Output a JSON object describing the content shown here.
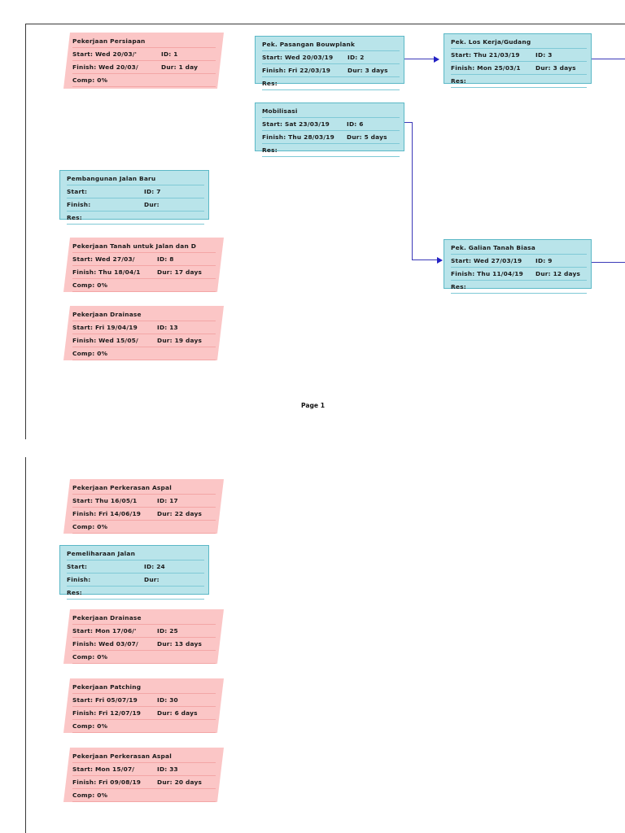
{
  "document": {
    "type": "network-diagram",
    "application": "project-schedule-network-diagram"
  },
  "pages": [
    {
      "label": "Page 1",
      "nodes": [
        {
          "id": "pekerjaan-persiapan",
          "style": "pink",
          "title": "Pekerjaan Persiapan",
          "r2c1": "Start:  Wed 20/03/'",
          "r2c2": "ID:   1",
          "r3c1": "Finish: Wed 20/03/",
          "r3c2": "Dur: 1 day",
          "r4c1": "Comp: 0%",
          "r4c2": ""
        },
        {
          "id": "pek-pasangan-bouwplank",
          "style": "blue",
          "title": "Pek. Pasangan Bouwplank",
          "r2c1": "Start: Wed 20/03/19",
          "r2c2": "ID:   2",
          "r3c1": "Finish: Fri 22/03/19",
          "r3c2": "Dur: 3 days",
          "r4c1": "Res:",
          "r4c2": ""
        },
        {
          "id": "pek-los-kerja-gudang",
          "style": "blue",
          "title": "Pek. Los Kerja/Gudang",
          "r2c1": "Start:  Thu 21/03/19",
          "r2c2": "ID:   3",
          "r3c1": "Finish: Mon 25/03/1",
          "r3c2": "Dur: 3 days",
          "r4c1": "Res:",
          "r4c2": ""
        },
        {
          "id": "mobilisasi",
          "style": "blue",
          "title": "Mobilisasi",
          "r2c1": "Start: Sat 23/03/19",
          "r2c2": "ID:   6",
          "r3c1": "Finish: Thu 28/03/19",
          "r3c2": "Dur: 5 days",
          "r4c1": "Res:",
          "r4c2": ""
        },
        {
          "id": "pembangunan-jalan-baru",
          "style": "blue",
          "title": "Pembangunan Jalan Baru",
          "r2c1": "Start:",
          "r2c2": "ID:   7",
          "r3c1": "Finish:",
          "r3c2": "Dur:",
          "r4c1": "Res:",
          "r4c2": ""
        },
        {
          "id": "pekerjaan-tanah-untuk-jalan-dan-d",
          "style": "pink",
          "title": "Pekerjaan Tanah untuk Jalan dan D",
          "r2c1": "Start:  Wed 27/03/",
          "r2c2": "ID:   8",
          "r3c1": "Finish: Thu 18/04/1",
          "r3c2": "Dur: 17 days",
          "r4c1": "Comp: 0%",
          "r4c2": ""
        },
        {
          "id": "pek-galian-tanah-biasa",
          "style": "blue",
          "title": "Pek. Galian Tanah Biasa",
          "r2c1": "Start: Wed 27/03/19",
          "r2c2": "ID:   9",
          "r3c1": "Finish: Thu 11/04/19",
          "r3c2": "Dur: 12 days",
          "r4c1": "Res:",
          "r4c2": ""
        },
        {
          "id": "pekerjaan-drainase-13",
          "style": "pink",
          "title": "Pekerjaan Drainase",
          "r2c1": "Start:  Fri 19/04/19",
          "r2c2": "ID:   13",
          "r3c1": "Finish: Wed 15/05/",
          "r3c2": "Dur: 19 days",
          "r4c1": "Comp: 0%",
          "r4c2": ""
        }
      ]
    },
    {
      "label": "",
      "nodes": [
        {
          "id": "pekerjaan-perkerasan-aspal-17",
          "style": "pink",
          "title": "Pekerjaan Perkerasan Aspal",
          "r2c1": "Start:  Thu 16/05/1",
          "r2c2": "ID:   17",
          "r3c1": "Finish: Fri 14/06/19",
          "r3c2": "Dur: 22 days",
          "r4c1": "Comp: 0%",
          "r4c2": ""
        },
        {
          "id": "pemeliharaan-jalan",
          "style": "blue",
          "title": "Pemeliharaan Jalan",
          "r2c1": "Start:",
          "r2c2": "ID:   24",
          "r3c1": "Finish:",
          "r3c2": "Dur:",
          "r4c1": "Res:",
          "r4c2": ""
        },
        {
          "id": "pekerjaan-drainase-25",
          "style": "pink",
          "title": "Pekerjaan Drainase",
          "r2c1": "Start:  Mon 17/06/'",
          "r2c2": "ID:   25",
          "r3c1": "Finish: Wed 03/07/",
          "r3c2": "Dur: 13 days",
          "r4c1": "Comp: 0%",
          "r4c2": ""
        },
        {
          "id": "pekerjaan-patching",
          "style": "pink",
          "title": "Pekerjaan Patching",
          "r2c1": "Start:  Fri 05/07/19",
          "r2c2": "ID:   30",
          "r3c1": "Finish: Fri 12/07/19",
          "r3c2": "Dur: 6 days",
          "r4c1": "Comp: 0%",
          "r4c2": ""
        },
        {
          "id": "pekerjaan-perkerasan-aspal-33",
          "style": "pink",
          "title": "Pekerjaan Perkerasan Aspal",
          "r2c1": "Start:  Mon 15/07/",
          "r2c2": "ID:   33",
          "r3c1": "Finish: Fri 09/08/19",
          "r3c2": "Dur: 20 days",
          "r4c1": "Comp: 0%",
          "r4c2": ""
        }
      ]
    }
  ],
  "colors": {
    "pink_fill": "#fbc6c6",
    "pink_line": "#f3a6a6",
    "blue_fill": "#b9e4ea",
    "blue_line": "#5bb8c6",
    "connector": "#3b39b8",
    "page_border": "#3a3a3a"
  }
}
